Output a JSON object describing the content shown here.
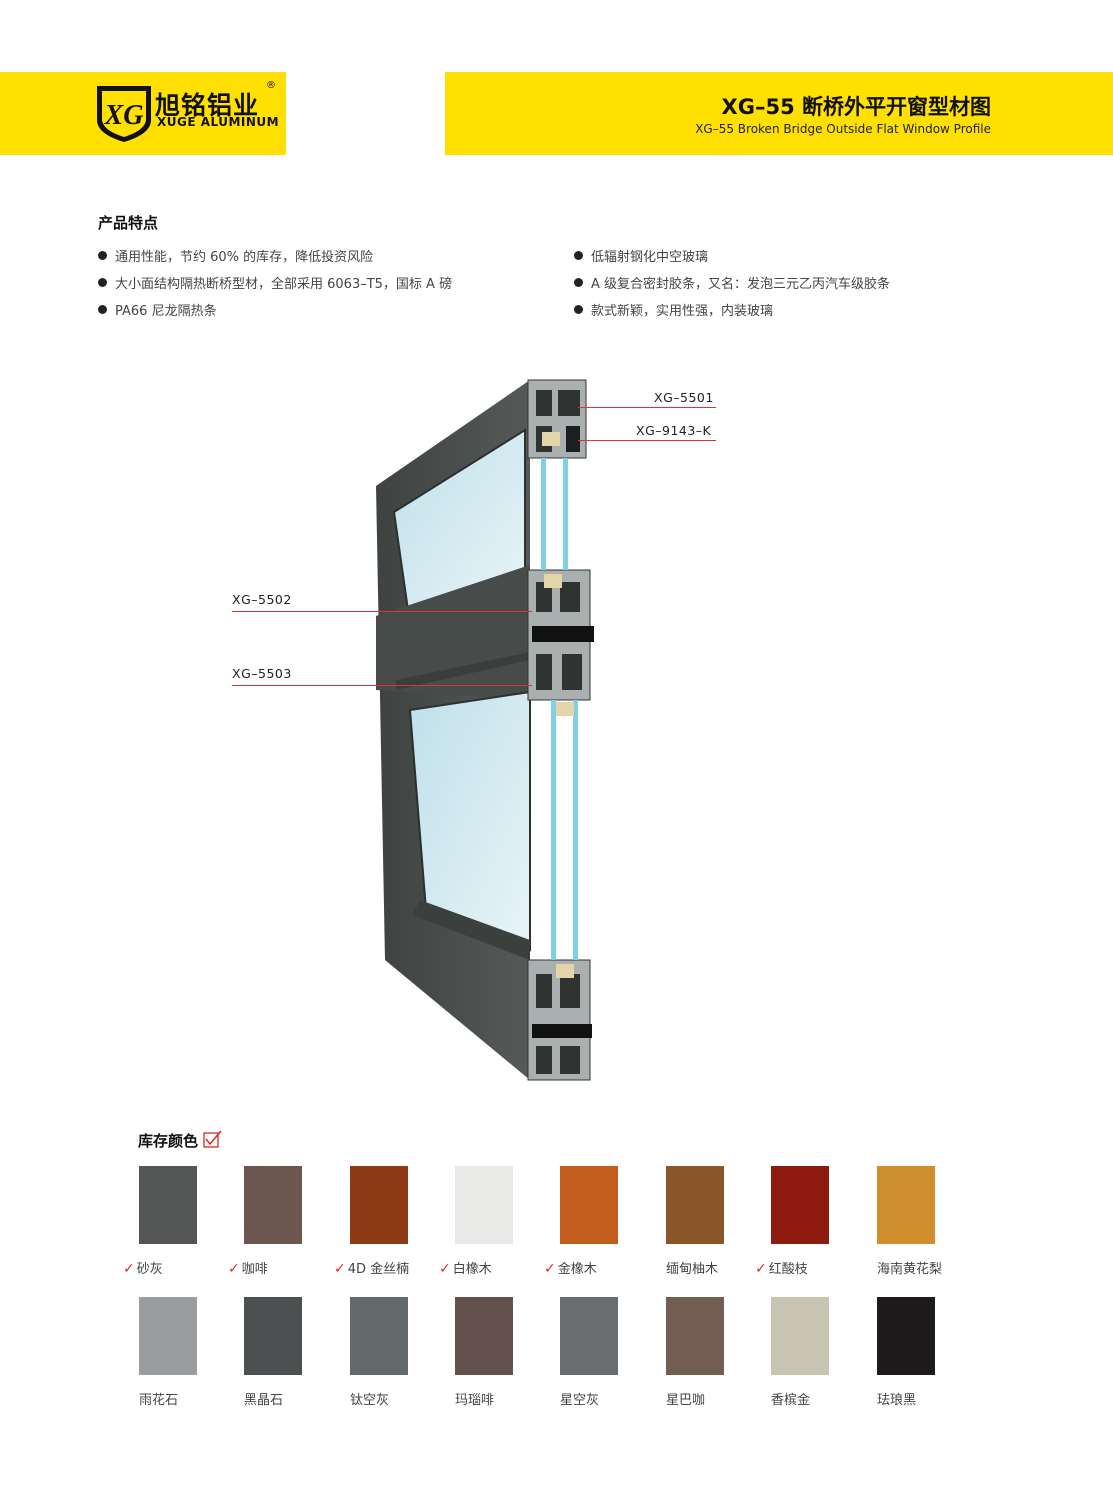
{
  "header": {
    "logo_mark": "XG",
    "brand_cn": "旭铭铝业",
    "brand_reg": "®",
    "brand_en": "XUGE ALUMINUM",
    "title_cn": "XG–55 断桥外平开窗型材图",
    "title_en": "XG–55 Broken Bridge Outside Flat Window Profile",
    "accent_color": "#ffe000"
  },
  "features": {
    "heading": "产品特点",
    "left": [
      "通用性能，节约 60% 的库存，降低投资风险",
      "大小面结构隔热断桥型材，全部采用 6063–T5，国标 A 磅",
      "PA66 尼龙隔热条"
    ],
    "right": [
      "低辐射钢化中空玻璃",
      "A 级复合密封胶条，又名：发泡三元乙丙汽车级胶条",
      "款式新颖，实用性强，内装玻璃"
    ]
  },
  "diagram": {
    "callouts": [
      "XG–5501",
      "XG–9143–K",
      "XG–5502",
      "XG–5503"
    ],
    "frame_color": "#4a4f4e",
    "glass_color": "#7fd0e4"
  },
  "colors": {
    "heading": "库存颜色",
    "check_icon": "check-box-icon",
    "row1": [
      {
        "name": "砂灰",
        "stock": true,
        "color": "#535655"
      },
      {
        "name": "咖啡",
        "stock": true,
        "color": "#6b5750"
      },
      {
        "name": "4D 金丝楠",
        "stock": true,
        "color": "#8c3a14"
      },
      {
        "name": "白橡木",
        "stock": true,
        "color": "#e9e9e7"
      },
      {
        "name": "金橡木",
        "stock": true,
        "color": "#c25d1d"
      },
      {
        "name": "缅甸柚木",
        "stock": false,
        "color": "#8a5628"
      },
      {
        "name": "红酸枝",
        "stock": true,
        "color": "#8e1a10"
      },
      {
        "name": "海南黄花梨",
        "stock": false,
        "color": "#d08f2c"
      }
    ],
    "row2": [
      {
        "name": "雨花石",
        "stock": false,
        "color": "#9a9d9f"
      },
      {
        "name": "黑晶石",
        "stock": false,
        "color": "#4d5051"
      },
      {
        "name": "钛空灰",
        "stock": false,
        "color": "#646a6c"
      },
      {
        "name": "玛瑙啡",
        "stock": false,
        "color": "#63504b"
      },
      {
        "name": "星空灰",
        "stock": false,
        "color": "#696d70"
      },
      {
        "name": "星巴咖",
        "stock": false,
        "color": "#735d52"
      },
      {
        "name": "香槟金",
        "stock": false,
        "color": "#c8c6b2"
      },
      {
        "name": "珐琅黑",
        "stock": false,
        "color": "#1d1b1b"
      }
    ]
  }
}
